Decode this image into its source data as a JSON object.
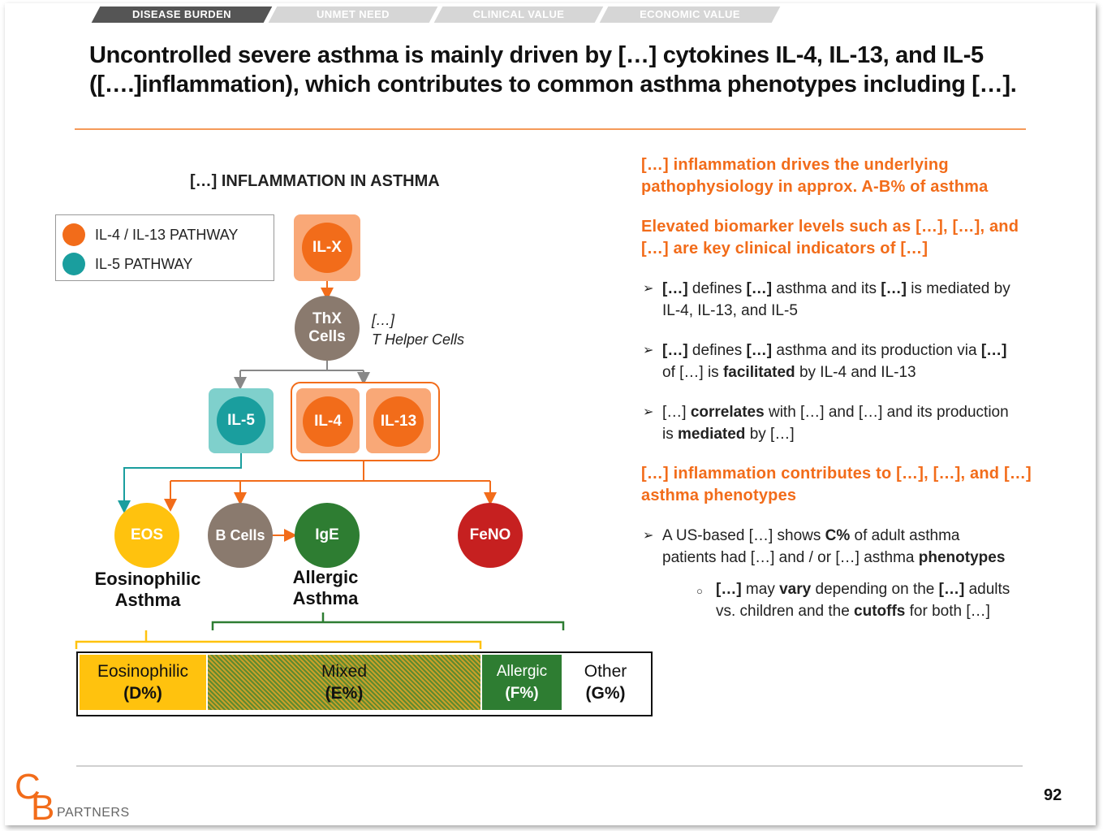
{
  "nav": {
    "tabs": [
      "DISEASE BURDEN",
      "UNMET NEED",
      "CLINICAL VALUE",
      "ECONOMIC VALUE"
    ],
    "active": 0
  },
  "title": "Uncontrolled severe asthma is mainly driven by […] cytokines IL-4, IL-13, and IL-5 ([….]inflammation), which contributes to common asthma phenotypes including […].",
  "diagram": {
    "title": "[…] INFLAMMATION IN ASTHMA",
    "legend": [
      {
        "label": "IL-4 / IL-13 PATHWAY",
        "color": "#f26c1a"
      },
      {
        "label": "IL-5 PATHWAY",
        "color": "#1a9e9e"
      }
    ],
    "nodes": {
      "ilx": "IL-X",
      "thx_line1": "ThX",
      "thx_line2": "Cells",
      "th_note_line1": "[…]",
      "th_note_line2": "T Helper Cells",
      "il5": "IL-5",
      "il4": "IL-4",
      "il13": "IL-13",
      "eos": "EOS",
      "bcells": "B Cells",
      "ige": "IgE",
      "feno": "FeNO"
    },
    "phenotype_labels": {
      "eosinophilic_line1": "Eosinophilic",
      "eosinophilic_line2": "Asthma",
      "allergic_line1": "Allergic",
      "allergic_line2": "Asthma"
    },
    "bar": [
      {
        "label": "Eosinophilic",
        "value": "(D%)"
      },
      {
        "label": "Mixed",
        "value": "(E%)"
      },
      {
        "label": "Allergic",
        "value": "(F%)"
      },
      {
        "label": "Other",
        "value": "(G%)"
      }
    ],
    "colors": {
      "orange": "#f26c1a",
      "orange_light": "#f9a877",
      "teal": "#1a9e9e",
      "teal_light": "#7fd0cc",
      "brown": "#8a7a6e",
      "green": "#2e7d32",
      "red": "#c62020",
      "yellow": "#ffc20e"
    }
  },
  "right": {
    "heading1_line1": "[…] inflammation drives the underlying",
    "heading1_line2": "pathophysiology in approx. A-B% of asthma",
    "heading2_line1": "Elevated biomarker levels such as […], […], and",
    "heading2_line2": "[…] are key clinical indicators of […]",
    "b1_part1": "[…]",
    "b1_part2": " defines ",
    "b1_part3": "[…]",
    "b1_part4": " asthma and its ",
    "b1_part5": "[…]",
    "b1_part6": " is mediated by",
    "b1_line2": "IL-4, IL-13, and IL-5",
    "b2_part1": "[…]",
    "b2_part2": " defines ",
    "b2_part3": "[…]",
    "b2_part4": " asthma and its production via ",
    "b2_part5": "[…]",
    "b2_line2a": "of […] is ",
    "b2_line2b": "facilitated",
    "b2_line2c": " by IL-4 and IL-13",
    "b3_part1": "[…] ",
    "b3_part2": "correlates",
    "b3_part3": " with […] and […] and its production",
    "b3_line2a": "is ",
    "b3_line2b": "mediated",
    "b3_line2c": " by […]",
    "heading3_line1": "[…] inflammation contributes to […], […], and […]",
    "heading3_line2": "asthma phenotypes",
    "b4_part1": "A US-based […] shows ",
    "b4_part2": "C%",
    "b4_part3": " of adult asthma",
    "b4_line2a": "patients had […] and / or […] asthma ",
    "b4_line2b": "phenotypes",
    "sub_part1": "[…]",
    "sub_part2": " may ",
    "sub_part3": "vary",
    "sub_part4": " depending on the ",
    "sub_part5": "[…]",
    "sub_part6": " adults",
    "sub_line2a": "vs. children and the ",
    "sub_line2b": "cutoffs",
    "sub_line2c": " for both […]"
  },
  "footer": {
    "logo_c": "C",
    "logo_b": "B",
    "logo_text": "PARTNERS",
    "page": "92"
  }
}
